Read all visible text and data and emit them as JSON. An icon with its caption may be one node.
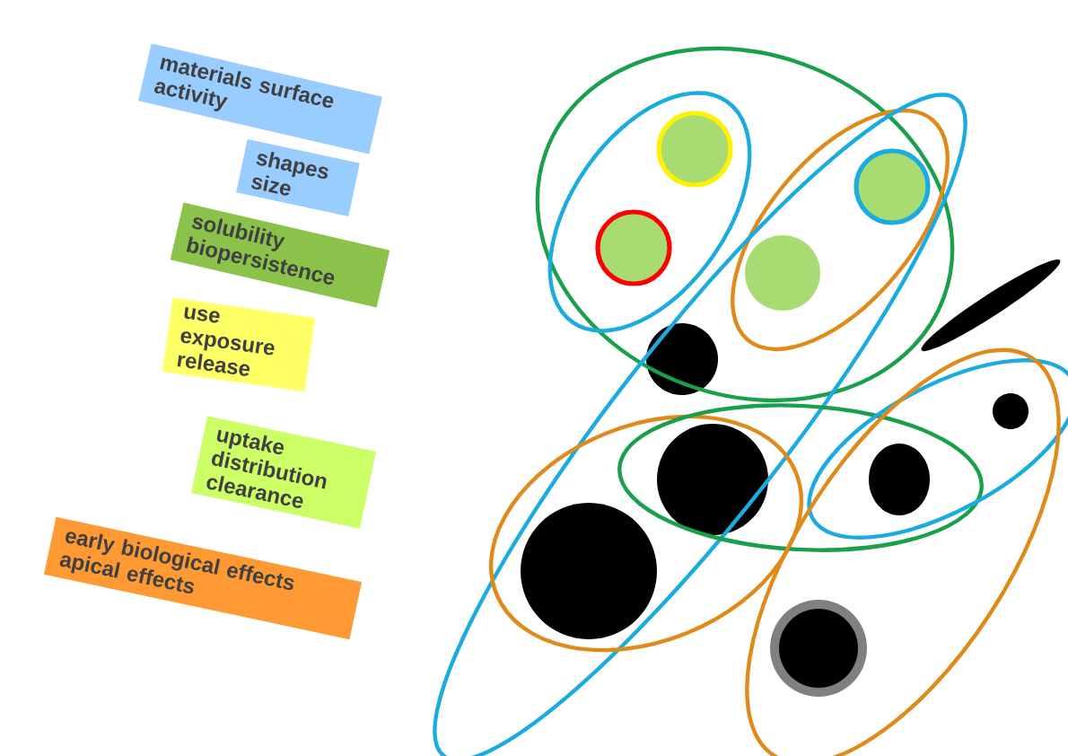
{
  "diagram": {
    "nodes": [
      {
        "text": [
          "materials surface activity"
        ]
      },
      {
        "text": [
          "shapes size"
        ]
      },
      {
        "text": [
          "solubility biopersistence"
        ]
      },
      {
        "text": [
          "use exposure release"
        ]
      },
      {
        "text": [
          "uptake distribution clearance"
        ]
      },
      {
        "text": [
          "early biological effects apical effects"
        ]
      }
    ]
  }
}
